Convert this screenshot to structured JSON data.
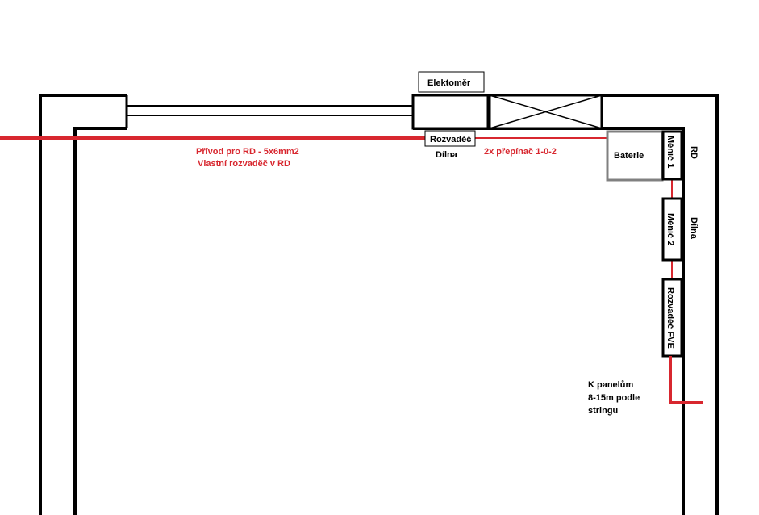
{
  "labels": {
    "elektromer": "Elektoměr",
    "rozvadec": "Rozvaděč",
    "dilna_top": "Dílna",
    "privod": "Přívod pro RD - 5x6mm2",
    "vlastni": "Vlastní rozvaděč v RD",
    "prepinac": "2x přepínač 1-0-2",
    "baterie": "Baterie",
    "menic1": "Měnič 1",
    "menic2": "Měnič 2",
    "rozvadec_fve": "Rozvaděč FVE",
    "rd": "RD",
    "dilna_side": "Dílna",
    "k_panelum_1": "K panelům",
    "k_panelum_2": "8-15m podle",
    "k_panelum_3": "stringu"
  },
  "colors": {
    "wall": "#000000",
    "cable": "#d8272f",
    "battery_border": "#808080",
    "red_text": "#d8272f"
  }
}
